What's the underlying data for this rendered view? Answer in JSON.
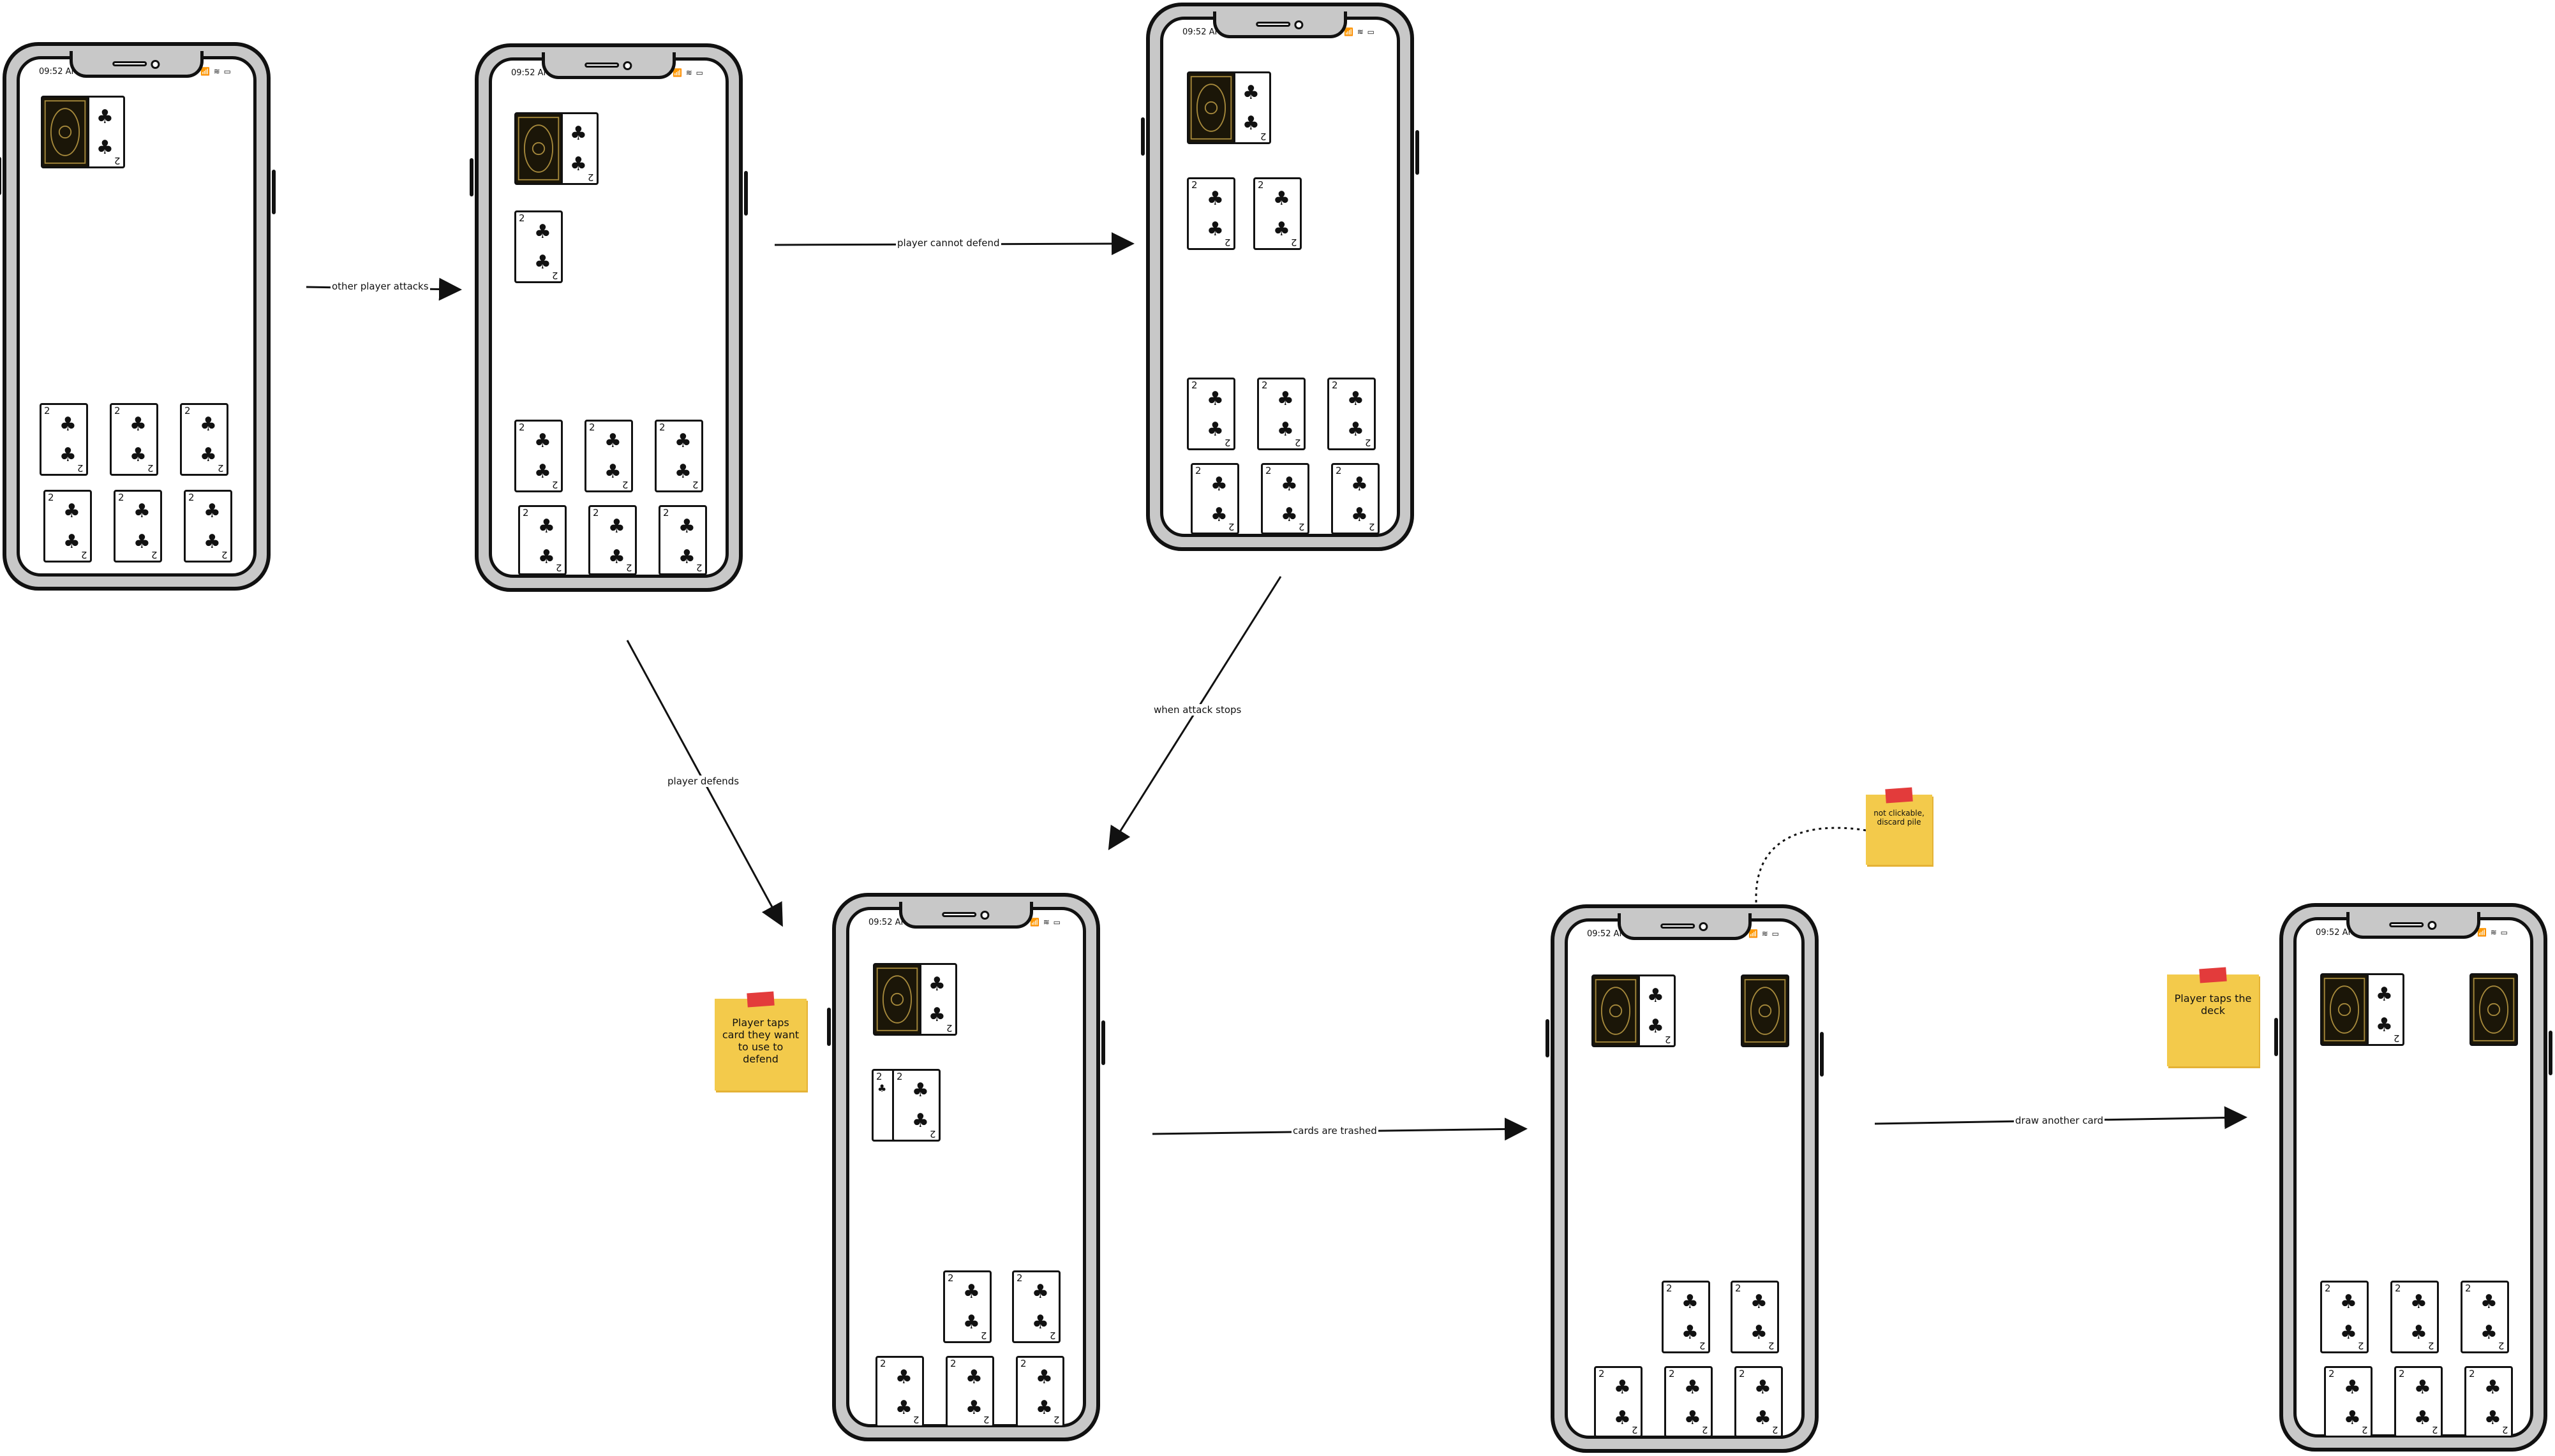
{
  "status_bar": {
    "time": "09:52 AM",
    "signal": "📶 ≋ ▭"
  },
  "card": {
    "rank": "2",
    "suit": "♣"
  },
  "arrows": {
    "other_player_attacks": "other player attacks",
    "player_cannot_defend": "player cannot defend",
    "when_attack_stops": "when attack stops",
    "player_defends": "player defends",
    "cards_are_trashed": "cards are trashed",
    "draw_another_card": "draw another card"
  },
  "notes": {
    "defend": "Player taps card they want to use to defend",
    "discard": "not clickable, discard pile",
    "deck": "Player taps the deck"
  },
  "colors": {
    "sticky": "#f3ca4b",
    "tape": "#e33b3b",
    "phone_frame": "#c8c8c8",
    "card_back": "#1b1608"
  }
}
